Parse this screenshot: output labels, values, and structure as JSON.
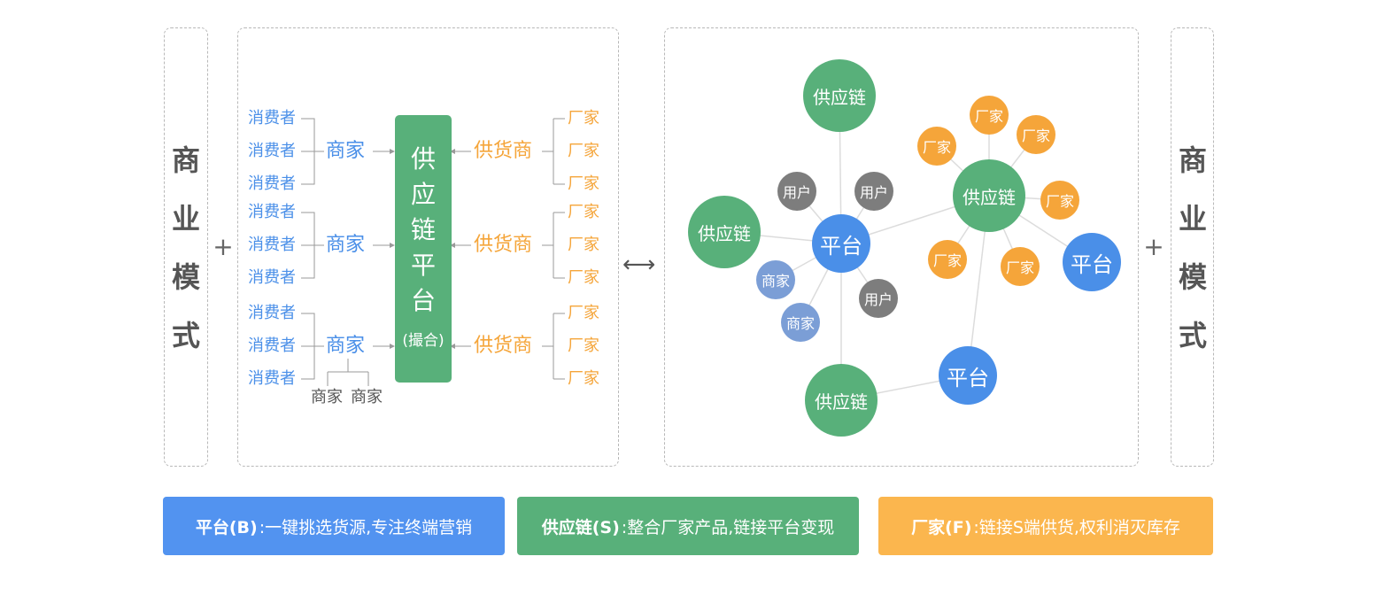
{
  "left_title": [
    "商",
    "业",
    "模",
    "式"
  ],
  "right_title": [
    "商",
    "业",
    "模",
    "式"
  ],
  "plus": "+",
  "arrow": "⟷",
  "left_panel": {
    "consumer": "消费者",
    "merchant": "商家",
    "supplier": "供货商",
    "factory": "厂家",
    "hub_chars": [
      "供",
      "应",
      "链",
      "平",
      "台"
    ],
    "hub_sub": "(撮合)",
    "sub_merchants": [
      "商家",
      "商家"
    ]
  },
  "network": {
    "supply_chain": "供应链",
    "platform": "平台",
    "user": "用户",
    "merchant": "商家",
    "factory": "厂家"
  },
  "colors": {
    "blue": "#4a8fe8",
    "light_blue": "#7b9ed6",
    "green": "#58b07a",
    "orange": "#f5a53a",
    "gray": "#7d7d7d",
    "btn_blue": "#5293f0",
    "btn_green": "#58b07a",
    "btn_orange": "#fbb64e"
  },
  "buttons": [
    {
      "label": "平台(B)",
      "desc": ":一键挑选货源,专注终端营销"
    },
    {
      "label": "供应链(S)",
      "desc": ":整合厂家产品,链接平台变现"
    },
    {
      "label": "厂家(F)",
      "desc": ":链接S端供货,权利消灭库存"
    }
  ]
}
